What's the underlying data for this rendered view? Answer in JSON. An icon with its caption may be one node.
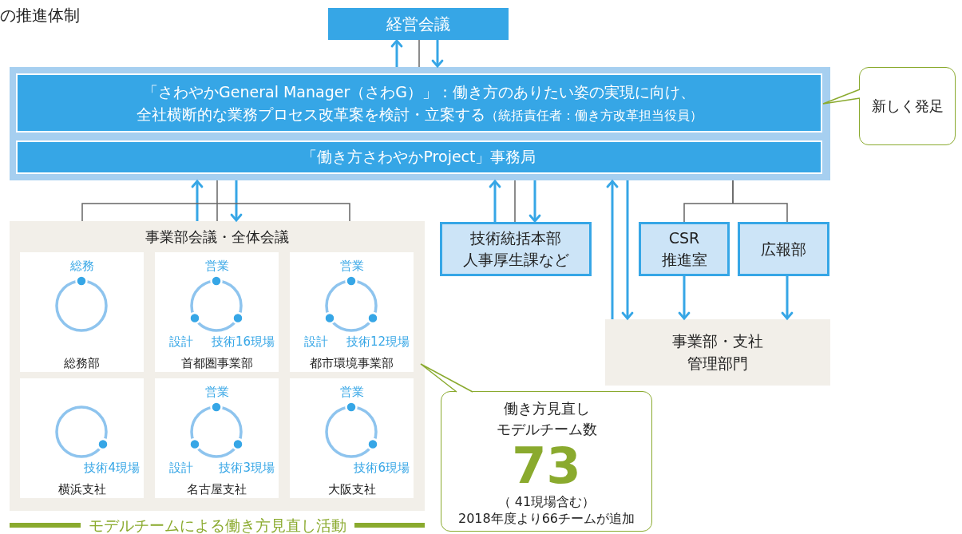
{
  "diagram": {
    "title": "の推進体制",
    "nodes": [
      {
        "text": [
          "経営会議"
        ]
      },
      {
        "text": [],
        "shape": "box"
      },
      {
        "text": [
          "「さわやかGeneral Manager（さわG）」：働き方のありたい姿の実現に向け、全社横断的な業務プロセス改革案を検討・立案する",
          "（統括責任者：働き方改革担当役員）"
        ],
        "in": 1
      },
      {
        "text": [
          "「働き方さわやかProject」事務局"
        ],
        "in": 1
      },
      {
        "text": [
          "新しく発足"
        ]
      },
      {
        "text": [
          "事業部会議・全体会議"
        ],
        "beside": [
          "モデルチームによる働き方見直し活動"
        ]
      },
      {
        "text": [
          "総務",
          "総務部"
        ],
        "in": 5
      },
      {
        "text": [
          "営業",
          "設計",
          "技術16現場",
          "首都圏事業部"
        ],
        "in": 5
      },
      {
        "text": [
          "営業",
          "設計",
          "技術12現場",
          "都市環境事業部"
        ],
        "in": 5
      },
      {
        "text": [
          "技術4現場",
          "横浜支社"
        ],
        "in": 5
      },
      {
        "text": [
          "営業",
          "設計",
          "技術3現場",
          "名古屋支社"
        ],
        "in": 5
      },
      {
        "text": [
          "営業",
          "技術6現場",
          "大阪支社"
        ],
        "in": 5
      },
      {
        "text": [
          "技術統括本部",
          "人事厚生課など"
        ]
      },
      {
        "text": [
          "CSR",
          "推進室"
        ]
      },
      {
        "text": [
          "広報部"
        ]
      },
      {
        "text": [
          "事業部・支社管理部門"
        ]
      },
      {
        "text": [
          "働き方見直しモデルチーム数",
          "73",
          "（ 41現場含む）",
          "2018年度より66チームが追加"
        ]
      }
    ],
    "edges": [
      {
        "from": 1,
        "to": 0,
        "arrow": "to"
      },
      {
        "from": 0,
        "to": 1,
        "arrow": "to"
      },
      {
        "from": 0,
        "to": 1,
        "arrow": "none",
        "color": "#666666"
      },
      {
        "from": 5,
        "to": 1,
        "arrow": "to"
      },
      {
        "from": 1,
        "to": 5,
        "arrow": "to"
      },
      {
        "from": 1,
        "to": 5,
        "arrow": "none",
        "color": "#666666"
      },
      {
        "from": 12,
        "to": 1,
        "arrow": "to"
      },
      {
        "from": 1,
        "to": 12,
        "arrow": "to"
      },
      {
        "from": 1,
        "to": 12,
        "arrow": "none",
        "color": "#666666"
      },
      {
        "from": 15,
        "to": 1,
        "arrow": "to"
      },
      {
        "from": 1,
        "to": 15,
        "arrow": "to"
      },
      {
        "from": 1,
        "to": 13,
        "arrow": "none",
        "color": "#666666"
      },
      {
        "from": 1,
        "to": 14,
        "arrow": "none",
        "color": "#666666"
      },
      {
        "from": 13,
        "to": 15,
        "arrow": "to"
      },
      {
        "from": 14,
        "to": 15,
        "arrow": "to"
      },
      {
        "from": 4,
        "to": 2,
        "arrow": "none",
        "color": "#8aaa2e"
      },
      {
        "from": 16,
        "to": 5,
        "arrow": "none",
        "color": "#8aaa2e"
      }
    ]
  }
}
